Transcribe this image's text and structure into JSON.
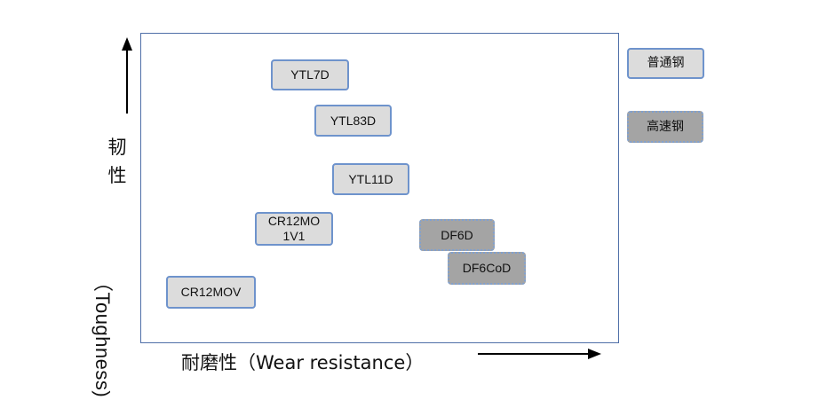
{
  "diagram": {
    "y_axis": {
      "label_zh_chars": [
        "韧",
        "性"
      ],
      "label_en": "（Toughness)"
    },
    "x_axis": {
      "label": "耐磨性（Wear resistance）"
    },
    "legend": [
      {
        "key": "normal",
        "label": "普通钢",
        "color": "#dcdcdc"
      },
      {
        "key": "hss",
        "label": "高速钢",
        "color": "#a4a4a4"
      }
    ],
    "items": [
      {
        "id": "ytl7d",
        "line1": "YTL7D",
        "line2": "",
        "type": "normal"
      },
      {
        "id": "ytl83d",
        "line1": "YTL83D",
        "line2": "",
        "type": "normal"
      },
      {
        "id": "ytl11d",
        "line1": "YTL11D",
        "line2": "",
        "type": "normal"
      },
      {
        "id": "cr12mo1v1",
        "line1": "CR12MO",
        "line2": "1V1",
        "type": "normal"
      },
      {
        "id": "df6d",
        "line1": "DF6D",
        "line2": "",
        "type": "hss"
      },
      {
        "id": "df6cod",
        "line1": "DF6CoD",
        "line2": "",
        "type": "hss"
      },
      {
        "id": "cr12mov",
        "line1": "CR12MOV",
        "line2": "",
        "type": "normal"
      }
    ]
  }
}
